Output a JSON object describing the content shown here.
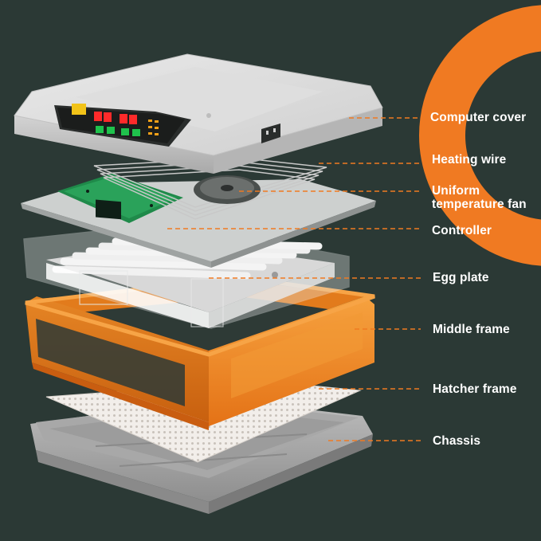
{
  "colors": {
    "background": "#2b3935",
    "accent_orange": "#f07a22",
    "leader_line": "#f07a22",
    "cover_gray": "#d6d6d6",
    "middle_frame": "#f28a25",
    "controller_board": "#1f8a4a",
    "label_text": "#ffffff"
  },
  "labels": [
    {
      "id": "computer-cover",
      "text": "Computer cover"
    },
    {
      "id": "heating-wire",
      "text": "Heating wire"
    },
    {
      "id": "uniform-temperature-fan",
      "line1": "Uniform",
      "line2": "temperature fan"
    },
    {
      "id": "controller",
      "text": "Controller"
    },
    {
      "id": "egg-plate",
      "text": "Egg plate"
    },
    {
      "id": "middle-frame",
      "text": "Middle frame"
    },
    {
      "id": "hatcher-frame",
      "text": "Hatcher frame"
    },
    {
      "id": "chassis",
      "text": "Chassis"
    }
  ],
  "components": [
    {
      "name": "computer-cover",
      "icon": "cover-with-display"
    },
    {
      "name": "heating-wire",
      "icon": "coil"
    },
    {
      "name": "controller",
      "icon": "circuit-board"
    },
    {
      "name": "egg-plate",
      "icon": "roller-tray"
    },
    {
      "name": "middle-frame",
      "icon": "orange-frame"
    },
    {
      "name": "hatcher-frame",
      "icon": "perforated-mesh"
    },
    {
      "name": "chassis",
      "icon": "base-tray"
    }
  ]
}
